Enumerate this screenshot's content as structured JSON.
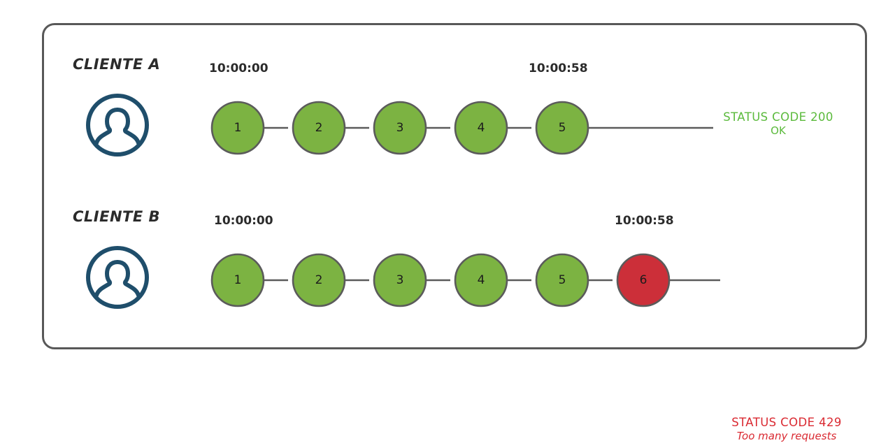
{
  "diagram": {
    "title_hidden": "",
    "panel": {
      "border_color": "#585858",
      "background": "#ffffff"
    },
    "colors": {
      "node_ok": "#7CB342",
      "node_error": "#CC2F39",
      "node_stroke": "#5b5b5b",
      "avatar": "#1F4E6B",
      "status_ok_text": "#5BBA3C",
      "status_error_text": "#DA2A32",
      "label_text": "#2b2b2b"
    },
    "rows": [
      {
        "id": "cliente-a",
        "client_label": "CLIENTE A",
        "avatar_icon": "user-avatar-icon",
        "timestamp_start": "10:00:00",
        "timestamp_end": "10:00:58",
        "nodes": [
          {
            "label": "1",
            "state": "ok"
          },
          {
            "label": "2",
            "state": "ok"
          },
          {
            "label": "3",
            "state": "ok"
          },
          {
            "label": "4",
            "state": "ok"
          },
          {
            "label": "5",
            "state": "ok"
          }
        ],
        "status": {
          "line1": "STATUS CODE 200",
          "line2": "OK",
          "state": "ok"
        }
      },
      {
        "id": "cliente-b",
        "client_label": "CLIENTE B",
        "avatar_icon": "user-avatar-icon",
        "timestamp_start": "10:00:00",
        "timestamp_end": "10:00:58",
        "nodes": [
          {
            "label": "1",
            "state": "ok"
          },
          {
            "label": "2",
            "state": "ok"
          },
          {
            "label": "3",
            "state": "ok"
          },
          {
            "label": "4",
            "state": "ok"
          },
          {
            "label": "5",
            "state": "ok"
          },
          {
            "label": "6",
            "state": "error"
          }
        ],
        "status": {
          "line1": "STATUS CODE 429",
          "line2": "Too many requests",
          "state": "error"
        }
      }
    ]
  }
}
